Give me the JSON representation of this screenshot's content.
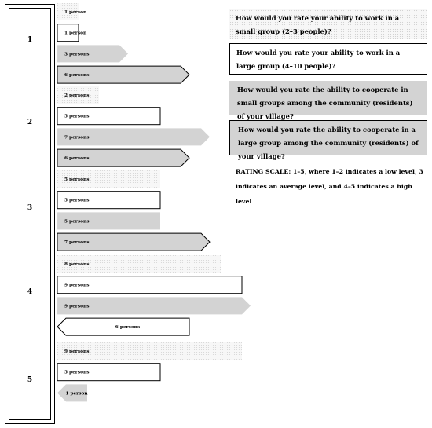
{
  "ratings": [
    {
      "label": "1",
      "bars": [
        {
          "style": "dotted",
          "shape": "rect",
          "persons": 1,
          "label": "1 person"
        },
        {
          "style": "outline",
          "shape": "rect",
          "persons": 1,
          "label": "1 person"
        },
        {
          "style": "gray",
          "shape": "arrow-right",
          "persons": 3,
          "label": "3 persons"
        },
        {
          "style": "gray-outline",
          "shape": "arrow-right",
          "persons": 6,
          "label": "6 persons"
        }
      ]
    },
    {
      "label": "2",
      "bars": [
        {
          "style": "dotted",
          "shape": "rect",
          "persons": 2,
          "label": "2 persons"
        },
        {
          "style": "outline",
          "shape": "rect",
          "persons": 5,
          "label": "5 persons"
        },
        {
          "style": "gray",
          "shape": "arrow-right",
          "persons": 7,
          "label": "7 persons"
        },
        {
          "style": "gray-outline",
          "shape": "arrow-right",
          "persons": 6,
          "label": "6 persons"
        }
      ]
    },
    {
      "label": "3",
      "bars": [
        {
          "style": "dotted",
          "shape": "rect",
          "persons": 5,
          "label": "5 persons"
        },
        {
          "style": "outline",
          "shape": "rect",
          "persons": 5,
          "label": "5 persons"
        },
        {
          "style": "gray",
          "shape": "rect",
          "persons": 5,
          "label": "5 persons"
        },
        {
          "style": "gray-outline",
          "shape": "arrow-right",
          "persons": 7,
          "label": "7 persons"
        }
      ]
    },
    {
      "label": "4",
      "bars": [
        {
          "style": "dotted",
          "shape": "rect",
          "persons": 8,
          "label": "8 persons"
        },
        {
          "style": "outline",
          "shape": "rect",
          "persons": 9,
          "label": "9 persons"
        },
        {
          "style": "gray",
          "shape": "arrow-right",
          "persons": 9,
          "label": "9 persons"
        },
        {
          "style": "outline",
          "shape": "arrow-left",
          "persons": 6,
          "label": "6 persons"
        }
      ]
    },
    {
      "label": "5",
      "bars": [
        {
          "style": "dotted",
          "shape": "rect",
          "persons": 9,
          "label": "9 persons"
        },
        {
          "style": "outline",
          "shape": "rect",
          "persons": 5,
          "label": "5 persons"
        },
        {
          "style": "gray",
          "shape": "arrow-left",
          "persons": 1,
          "label": "1 person"
        }
      ]
    }
  ],
  "questions": [
    {
      "style": "dotted",
      "text": "How would you rate your ability to work in a small group (2–3 people)?"
    },
    {
      "style": "outline",
      "text": "How would you rate your ability to work in a large group (4–10 people)?"
    },
    {
      "style": "gray",
      "text": "How would you rate the ability to cooperate in small groups among the community (residents) of your village?"
    },
    {
      "style": "gray-outline",
      "text": "How would you rate the ability to cooperate in a large group among the community (residents) of your village?"
    }
  ],
  "rating_scale": "RATING SCALE: 1–5, where 1–2 indicates a low level, 3 indicates an average level, and 4–5 indicates a high level",
  "colors": {
    "gray": "#d3d3d3",
    "dotted_bg": "#f7f7f7",
    "dot": "#d2d2d2",
    "stroke": "#000000"
  }
}
